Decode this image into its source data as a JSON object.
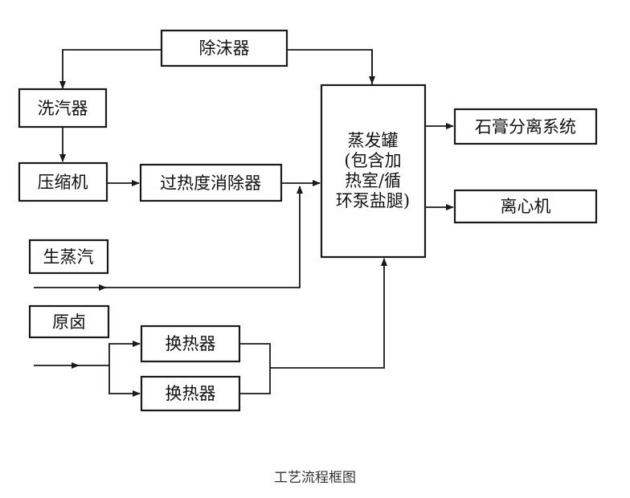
{
  "nodes": {
    "demister": "除沫器",
    "scrubber": "洗汽器",
    "compressor": "压缩机",
    "desuperheater": "过热度消除器",
    "live_steam": "生蒸汽",
    "raw_brine": "原卤",
    "heat_exchanger_1": "换热器",
    "heat_exchanger_2": "换热器",
    "evaporator_lines": [
      "蒸发罐",
      "(包含加",
      "热室/循",
      "环泵盐腿)"
    ],
    "gypsum_separation": "石膏分离系统",
    "centrifuge": "离心机"
  },
  "caption": "工艺流程框图"
}
